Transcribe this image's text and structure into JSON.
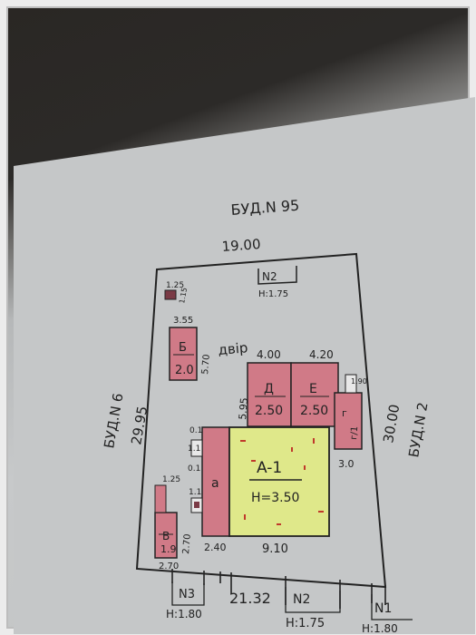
{
  "plan": {
    "top_label": "БУД.N 95",
    "left_label": "БУД.N 6",
    "right_label": "БУД.N 2",
    "yard_label": "двір",
    "top_length": "19.00",
    "left_length": "29.95",
    "right_length": "30.00",
    "bottom_length": "21.32",
    "corner_marks": [
      "1.25",
      "1.15"
    ],
    "gate_top": {
      "id": "N2",
      "height": "H:1.75"
    },
    "gates_bottom": [
      {
        "id": "N3",
        "height": "H:1.80"
      },
      {
        "id": "N2",
        "height": "H:1.75"
      },
      {
        "id": "N1",
        "height": "H:1.80"
      }
    ],
    "buildings": [
      {
        "id": "Б",
        "value": "2.0",
        "width": "3.55",
        "depth": "5.70",
        "color": "#d07a87"
      },
      {
        "id": "Д",
        "value": "2.50",
        "width": "4.00",
        "depth": "5.95",
        "color": "#d07a87"
      },
      {
        "id": "Е",
        "value": "2.50",
        "width": "4.20",
        "color": "#d07a87"
      },
      {
        "id": "г",
        "value": "г/1",
        "width": "3.0",
        "color": "#d07a87"
      },
      {
        "id": "В",
        "value": "1.9",
        "width": "2.70",
        "depth": "2.70",
        "color": "#d07a87"
      },
      {
        "id": "а",
        "width": "2.40",
        "color": "#d07a87"
      },
      {
        "id": "A-1",
        "value": "H=3.50",
        "width": "9.10",
        "color": "#dfe88a"
      }
    ],
    "small_marks": [
      "0.1",
      "1.1",
      "0.1",
      "1.90",
      "1.1",
      "1.25"
    ]
  }
}
